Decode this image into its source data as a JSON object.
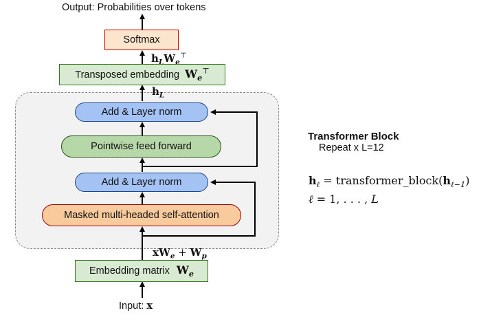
{
  "output_label": "Output: Probabilities over tokens",
  "input_label": {
    "prefix": "Input: ",
    "var": "x"
  },
  "nodes": {
    "softmax": "Softmax",
    "transposed_embedding": {
      "text": "Transposed embedding",
      "math_base": "W",
      "math_sub": "e",
      "math_sup": "⊤"
    },
    "add_norm_top": "Add & Layer norm",
    "feed_forward": "Pointwise feed forward",
    "add_norm_bottom": "Add & Layer norm",
    "self_attention": "Masked multi-headed self-attention",
    "embedding_matrix": {
      "text": "Embedding matrix",
      "math_base": "W",
      "math_sub": "e"
    }
  },
  "edge_labels": {
    "logits": {
      "h": "h",
      "h_sub": "L",
      "w": "W",
      "w_sub": "e",
      "w_sup": "⊤"
    },
    "hidden_final": {
      "h": "h",
      "h_sub": "L"
    },
    "input_embed": {
      "x": "x",
      "w1": "W",
      "w1_sub": "e",
      "plus": " + ",
      "w2": "W",
      "w2_sub": "p"
    }
  },
  "block_legend": {
    "title": "Transformer Block",
    "subtitle": "Repeat x L=12"
  },
  "equations": {
    "eq1": {
      "lhs": "h",
      "lhs_sub": "ℓ",
      "eq": " = transformer_block(",
      "arg": "h",
      "arg_sub": "ℓ−1",
      "close": ")"
    },
    "eq2": {
      "text_l": "ℓ",
      "rest": " = 1, . . . , ",
      "L": "L"
    }
  },
  "colors": {
    "block_bg": "#f2f2f2",
    "block_border": "#888888",
    "blue_fill": "#a4c2f4",
    "green_fill": "#b6d7a8",
    "orange_fill": "#f9cb9c",
    "embed_fill": "#d9ead3",
    "softmax_fill": "#fce5cd"
  }
}
